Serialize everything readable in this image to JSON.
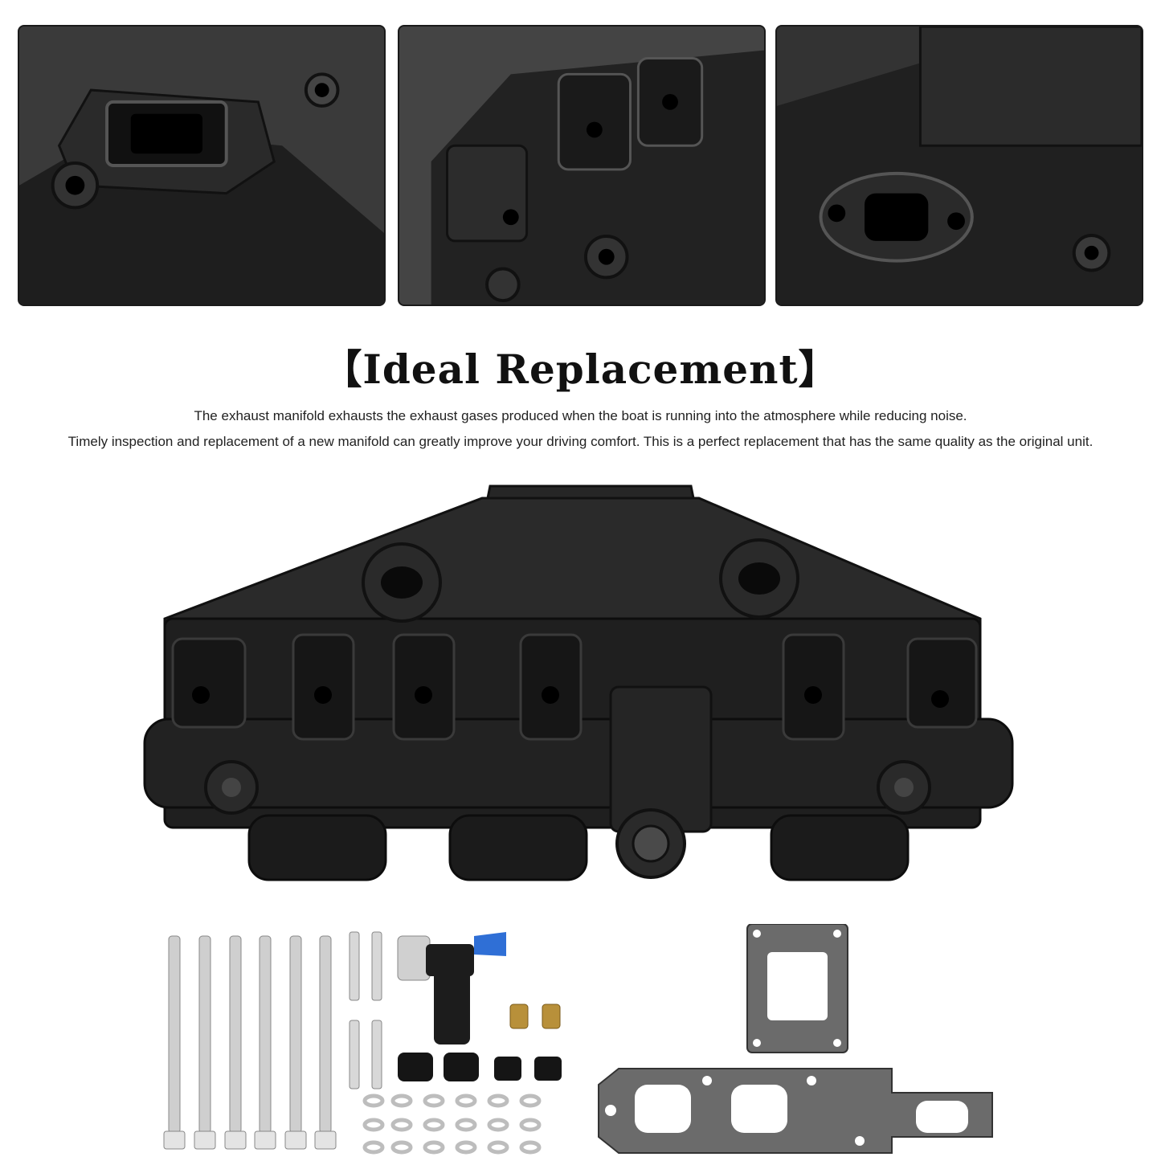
{
  "heading": {
    "title": "【Ideal Replacement】"
  },
  "description": {
    "line1": "The exhaust manifold exhausts the exhaust gases produced when the boat is running into the atmosphere while reducing noise.",
    "line2": "Timely inspection and replacement of a new manifold can greatly improve your driving comfort. This is a perfect replacement that has the same quality as the original unit."
  },
  "colors": {
    "background": "#ffffff",
    "casting": "#1f1f1f",
    "casting_highlight": "#3a3a3a",
    "gasket": "#6b6b6b",
    "steel": "#c8c8c8",
    "blue_valve": "#2f6fd6",
    "brass": "#b8903a"
  }
}
